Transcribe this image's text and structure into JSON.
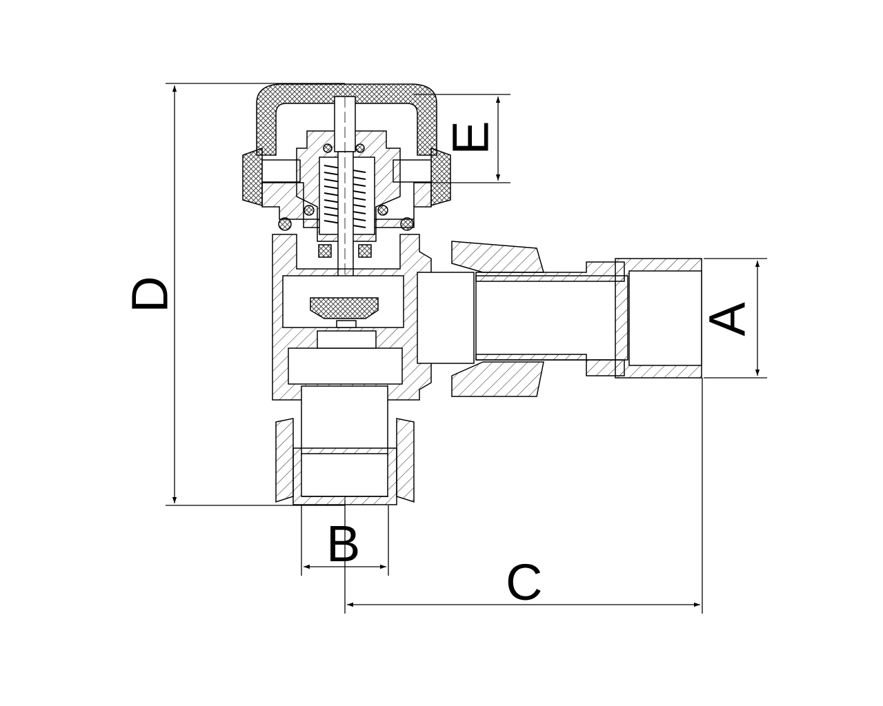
{
  "dimension_labels": {
    "a": "A",
    "b": "B",
    "c": "C",
    "d": "D",
    "e": "E"
  },
  "colors": {
    "line": "#000000",
    "hatch": "#333333",
    "background": "#ffffff"
  }
}
